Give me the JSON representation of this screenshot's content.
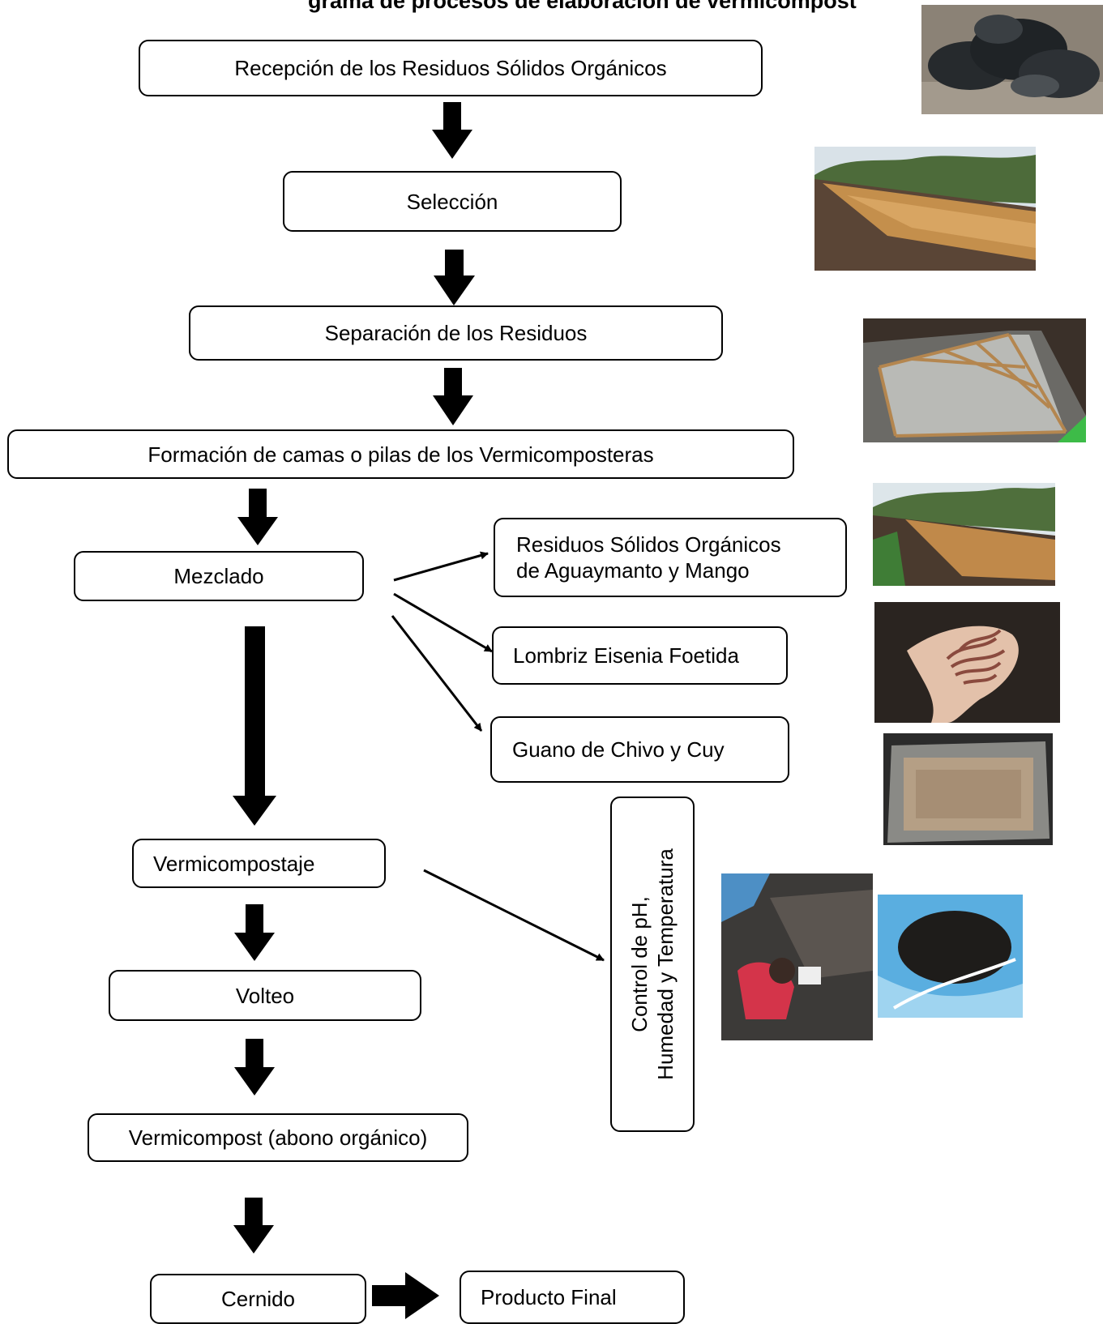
{
  "diagram": {
    "title": "grama de procesos de elaboración de vermicompost",
    "steps": {
      "recepcion": "Recepción de los Residuos Sólidos Orgánicos",
      "seleccion": "Selección",
      "separacion": "Separación de los Residuos",
      "formacion": "Formación de camas o pilas de los Vermicomposteras",
      "mezclado": "Mezclado",
      "vermicompostaje": "Vermicompostaje",
      "volteo": "Volteo",
      "vermicompost": "Vermicompost (abono orgánico)",
      "cernido": "Cernido",
      "producto_final": "Producto Final"
    },
    "inputs": {
      "residuos_line1": "Residuos Sólidos Orgánicos",
      "residuos_line2": "de Aguaymanto y Mango",
      "lombriz": "Lombriz Eisenia Foetida",
      "guano": "Guano de Chivo y Cuy"
    },
    "control": {
      "line1": "Control de pH,",
      "line2": "Humedad y Temperatura"
    }
  }
}
